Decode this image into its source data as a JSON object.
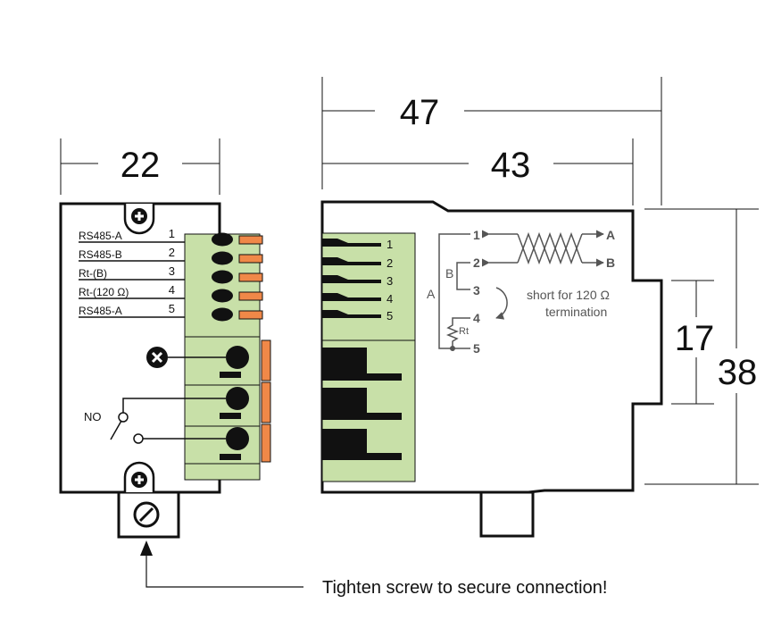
{
  "colors": {
    "terminal_block": "#c8e0a8",
    "clip": "#f08848",
    "line": "#111111",
    "wiring": "#555555"
  },
  "dimensions": {
    "front_width": "22",
    "total_depth": "47",
    "body_depth": "43",
    "rail_height": "17",
    "total_height": "38"
  },
  "front": {
    "terminals": [
      {
        "label": "RS485-A",
        "pin": "1"
      },
      {
        "label": "RS485-B",
        "pin": "2"
      },
      {
        "label": "Rt-(B)",
        "pin": "3"
      },
      {
        "label": "Rt-(120 Ω)",
        "pin": "4"
      },
      {
        "label": "RS485-A",
        "pin": "5"
      }
    ],
    "relay_label": "NO"
  },
  "side": {
    "pins": [
      "1",
      "2",
      "3",
      "4",
      "5"
    ]
  },
  "wiring": {
    "pins": [
      "1",
      "2",
      "3",
      "4",
      "5"
    ],
    "line_a": "A",
    "line_b": "B",
    "group_a": "A",
    "group_b": "B",
    "resistor": "Rt",
    "note_line1": "short for 120 Ω",
    "note_line2": "termination"
  },
  "note": "Tighten screw to secure connection!"
}
